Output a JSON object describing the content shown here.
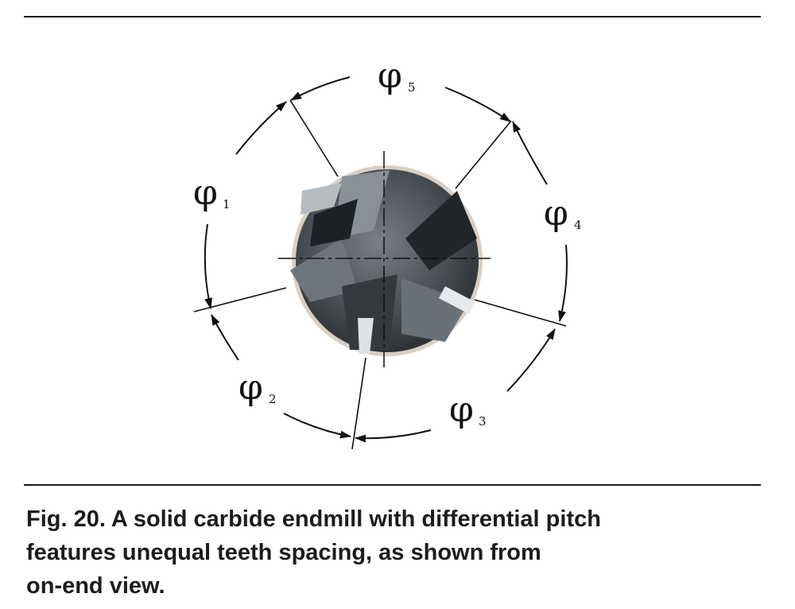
{
  "angle_labels": [
    {
      "symbol": "φ",
      "sub": "1"
    },
    {
      "symbol": "φ",
      "sub": "2"
    },
    {
      "symbol": "φ",
      "sub": "3"
    },
    {
      "symbol": "φ",
      "sub": "4"
    },
    {
      "symbol": "φ",
      "sub": "5"
    }
  ],
  "caption": {
    "line1": "Fig. 20. A solid carbide endmill with differential pitch",
    "line2": "features unequal teeth spacing, as shown from",
    "line3": "on-end view."
  }
}
